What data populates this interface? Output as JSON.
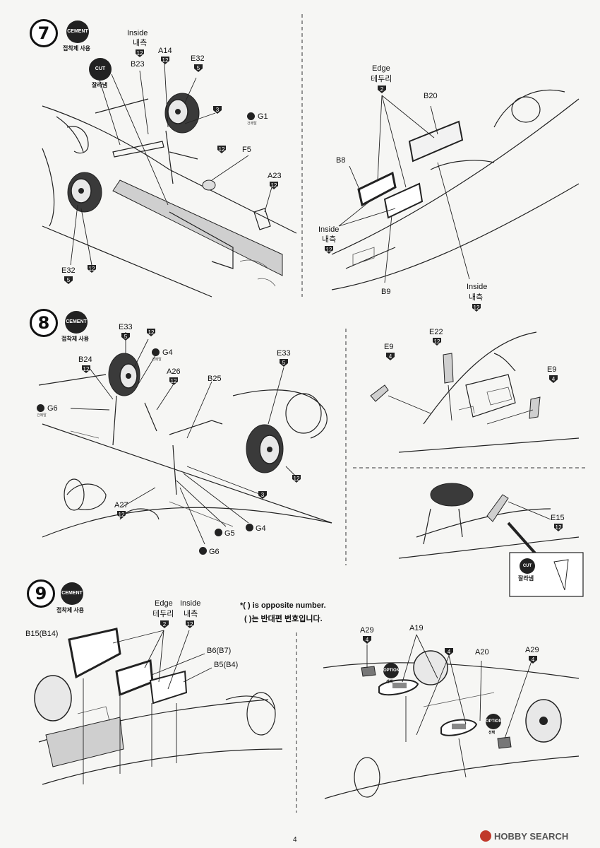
{
  "step7": {
    "number": "7",
    "cement": {
      "badge": "CEMENT",
      "caption": "접착제 사용"
    },
    "cut": {
      "badge": "CUT",
      "caption": "잘라냄"
    },
    "labels": {
      "inside_en": "Inside",
      "inside_ko": "내측",
      "inside_badge": "12",
      "a14": "A14",
      "a14_badge": "12",
      "b23": "B23",
      "e32_top": "E32",
      "e32_top_badge": "5",
      "badge3": "3",
      "g1": "G1",
      "g1_caption": "건메탈",
      "f5": "F5",
      "f5_badge": "12",
      "a23": "A23",
      "a23_badge": "12",
      "e32_bottom": "E32",
      "e32_bottom_badge": "5",
      "wheel_badge": "12"
    },
    "right": {
      "edge_en": "Edge",
      "edge_ko": "테두리",
      "edge_badge": "2",
      "b20": "B20",
      "b8": "B8",
      "inside_en": "Inside",
      "inside_ko": "내측",
      "inside_badge": "12",
      "b9": "B9",
      "inside2_en": "Inside",
      "inside2_ko": "내측",
      "inside2_badge": "12"
    }
  },
  "step8": {
    "number": "8",
    "cement": {
      "badge": "CEMENT",
      "caption": "접착제 사용"
    },
    "labels": {
      "e33_left": "E33",
      "e33_left_badge": "5",
      "tire_badge": "12",
      "g4_top": "G4",
      "g4_caption": "건메탈",
      "b24": "B24",
      "b24_badge": "12",
      "a26": "A26",
      "a26_badge": "12",
      "b25": "B25",
      "e33_right": "E33",
      "e33_right_badge": "5",
      "g6_left": "G6",
      "g6_caption": "건메탈",
      "a27": "A27",
      "a27_badge": "12",
      "g5": "G5",
      "g4_bottom": "G4",
      "g6_bottom": "G6",
      "badge3": "3",
      "wheel_badge": "12"
    },
    "right_top": {
      "e9_left": "E9",
      "e9_left_badge": "4",
      "e22": "E22",
      "e22_badge": "12",
      "e9_right": "E9",
      "e9_right_badge": "4"
    },
    "right_bottom": {
      "e15": "E15",
      "e15_badge": "12",
      "cut_badge": "CUT",
      "cut_caption": "잘라냄"
    }
  },
  "step9": {
    "number": "9",
    "cement": {
      "badge": "CEMENT",
      "caption": "접착제 사용"
    },
    "notes": {
      "en": "*(    ) is opposite number.",
      "ko": "(    )는 반대편 번호입니다."
    },
    "labels": {
      "edge_en": "Edge",
      "edge_ko": "테두리",
      "edge_badge": "2",
      "inside_en": "Inside",
      "inside_ko": "내측",
      "inside_badge": "12",
      "b15": "B15(B14)",
      "b6": "B6(B7)",
      "b5": "B5(B4)"
    },
    "right": {
      "a29_left": "A29",
      "a29_left_badge": "4",
      "a19": "A19",
      "a19_badge": "4",
      "a20": "A20",
      "a29_right": "A29",
      "a29_right_badge": "4",
      "option": "OPTION",
      "option_caption": "선택"
    }
  },
  "footer": {
    "page_number": "4",
    "watermark": "HOBBY SEARCH"
  }
}
